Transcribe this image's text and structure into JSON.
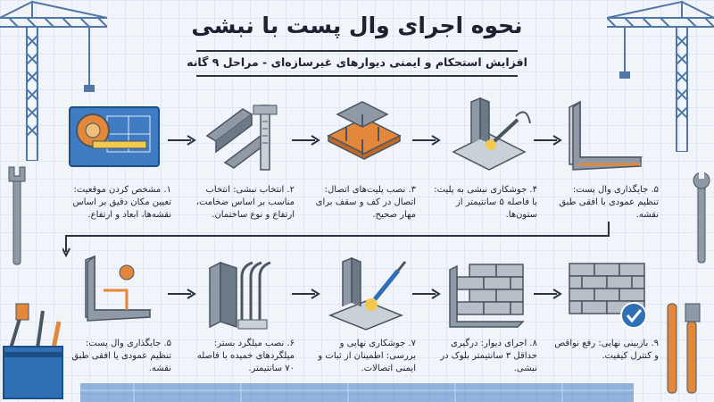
{
  "title": "نحوه اجرای وال پست با نبشی",
  "subtitle": "افزایش استحکام و ایمنی دیوارهای غیرسازه‌ای - مراحل ۹ گانه",
  "colors": {
    "steel": "#8f9aa6",
    "steel_dark": "#4a5563",
    "accent_orange": "#e3873a",
    "accent_blue": "#2f6fb5",
    "brick": "#b8bec6"
  },
  "steps": [
    {
      "caption": "۱. مشخص کردن موقعیت: تعیین مکان دقیق بر اساس نقشه‌ها، ابعاد و ارتفاع.",
      "icon": "blueprint-tape-measure-icon"
    },
    {
      "caption": "۲. انتخاب نبشی: انتخاب مناسب بر اساس ضخامت، ارتفاع و نوع ساختمان.",
      "icon": "angle-caliper-icon"
    },
    {
      "caption": "۳. نصب پلیت‌های اتصال: اتصال در کف و سقف برای مهار صحیح.",
      "icon": "base-plate-bolts-icon"
    },
    {
      "caption": "۴. جوشکاری نبشی به پلیت: با فاصله ۵ سانتیمتر از ستون‌ها.",
      "icon": "welding-angle-icon"
    },
    {
      "caption": "۵. جایگذاری وال پست: تنظیم عمودی با افقی طبق نقشه.",
      "icon": "angle-profile-icon"
    },
    {
      "caption": "۵. جایگذاری وال پست: تنظیم عمودی یا افقی طبق نقشه.",
      "icon": "angle-level-icon"
    },
    {
      "caption": "۶. نصب میلگرد بستر: میلگردهای خمیده با فاصله ۷۰ سانتیمتر.",
      "icon": "rebar-angle-icon"
    },
    {
      "caption": "۷. جوشکاری نهایی و بررسی: اطمینان از ثبات و ایمنی اتصالات.",
      "icon": "final-welding-icon"
    },
    {
      "caption": "۸. اجرای دیوار: درگیری حداقل ۳ سانتیمتر بلوک در نبشی.",
      "icon": "block-wall-icon"
    },
    {
      "caption": "۹. بازبینی نهایی: رفع نواقص و کنترل کیفیت.",
      "icon": "wall-check-icon"
    }
  ]
}
